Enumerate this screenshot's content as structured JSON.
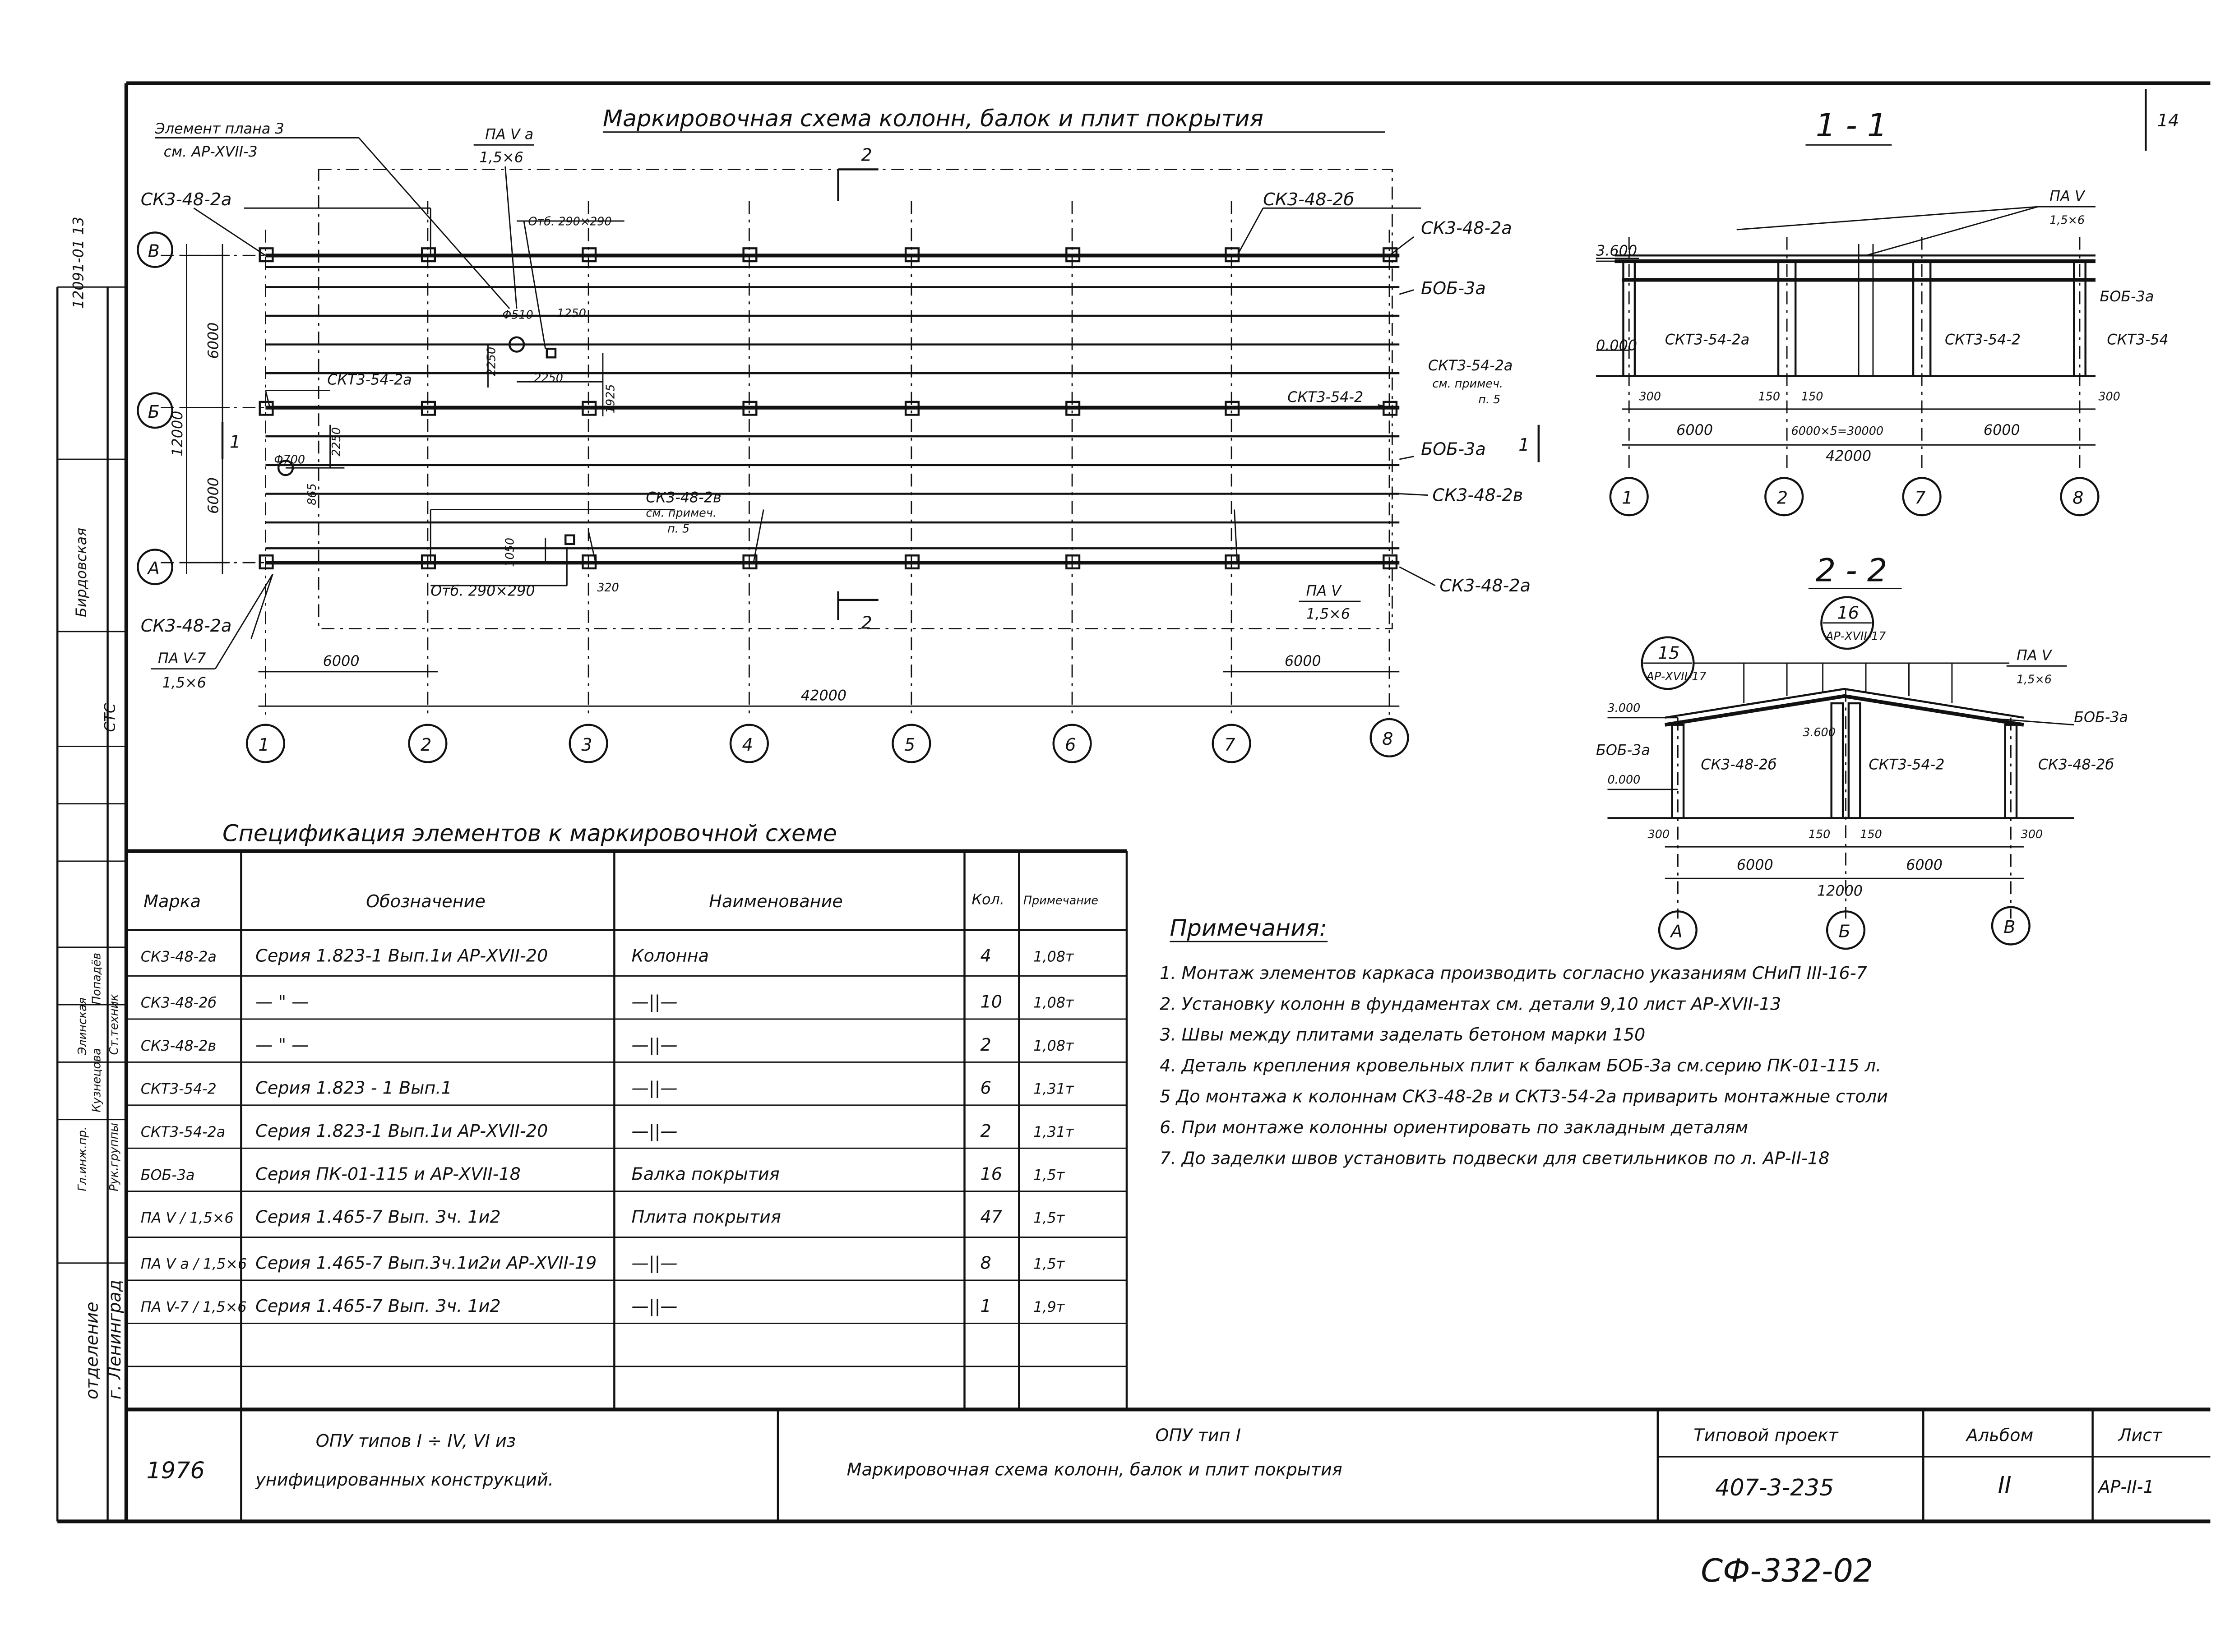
{
  "sheet_number": "14",
  "plan": {
    "title": "Маркировочная схема колонн, балок и плит покрытия",
    "element_note_1": "Элемент плана 3",
    "element_note_2": "см. АР-XVII-3",
    "slab_top": "ПА V а",
    "slab_top_dim": "1,5×6",
    "slab_right": "ПА V",
    "slab_right_dim": "1,5×6",
    "slab_left": "ПА V-7",
    "slab_left_dim": "1,5×6",
    "section2_label": "2",
    "section1_label": "1",
    "col_sk_2a": "СК3-48-2а",
    "col_sk_2b": "СК3-48-2б",
    "col_sk_2v": "СК3-48-2в",
    "col_skt": "СКТ3-54-2",
    "col_skt_2a": "СКТ3-54-2а",
    "beam": "БОБ-3а",
    "note_see": "см. примеч.",
    "note_p5": "п. 5",
    "opening_top": "Отб. 290×290",
    "opening_bottom": "Отб. 290×290",
    "phi510": "Φ510",
    "phi700": "Φ700",
    "dim_2250": "2250",
    "dim_1925": "1925",
    "dim_1250": "1250",
    "dim_1050": "1050",
    "dim_320": "320",
    "dim_865": "865",
    "dim_6000": "6000",
    "dim_12000": "12000",
    "dim_42000": "42000",
    "axes_num": [
      "1",
      "2",
      "3",
      "4",
      "5",
      "6",
      "7",
      "8"
    ],
    "axes_let": [
      "В",
      "Б",
      "А"
    ]
  },
  "section_1": {
    "label": "1 - 1",
    "elev_top": "3.600",
    "elev_zero": "0.000",
    "col_a": "СКТ3-54-2а",
    "col_b": "СКТ3-54-2",
    "col_c": "СКТ3-54",
    "slab": "ПА V",
    "slab_dim": "1,5×6",
    "beam": "БОБ-3а",
    "d300a": "300",
    "d150a": "150",
    "d150b": "150",
    "d300b": "300",
    "d6000a": "6000",
    "dmid": "6000×5=30000",
    "d6000b": "6000",
    "d42000": "42000",
    "axes": [
      "1",
      "2",
      "7",
      "8"
    ]
  },
  "section_2": {
    "label": "2 - 2",
    "callout_16_num": "16",
    "callout_16_ref": "АР-XVII-17",
    "callout_15_num": "15",
    "callout_15_ref": "АР-XVII-17",
    "elev_top": "3.000",
    "elev_mid": "3.600",
    "elev_zero": "0.000",
    "beam_left": "БОБ-3а",
    "beam_right": "БОБ-3а",
    "col_left": "СК3-48-2б",
    "col_mid": "СКТ3-54-2",
    "col_right": "СК3-48-2б",
    "slab": "ПА V",
    "slab_dim": "1,5×6",
    "d300a": "300",
    "d150a": "150",
    "d150b": "150",
    "d300b": "300",
    "d6000a": "6000",
    "d6000b": "6000",
    "d12000": "12000",
    "axes": [
      "А",
      "Б",
      "В"
    ]
  },
  "spec": {
    "title": "Спецификация элементов к маркировочной схеме",
    "headers": [
      "Марка",
      "Обозначение",
      "Наименование",
      "Кол.",
      "Примечание"
    ],
    "rows": [
      {
        "mark": "СК3-48-2а",
        "desig": "Серия 1.823-1 Вып.1и АР-XVII-20",
        "name": "Колонна",
        "qty": "4",
        "note": "1,08т"
      },
      {
        "mark": "СК3-48-2б",
        "desig": "— \" —",
        "name": "—||—",
        "qty": "10",
        "note": "1,08т"
      },
      {
        "mark": "СК3-48-2в",
        "desig": "— \" —",
        "name": "—||—",
        "qty": "2",
        "note": "1,08т"
      },
      {
        "mark": "СКТ3-54-2",
        "desig": "Серия 1.823 - 1 Вып.1",
        "name": "—||—",
        "qty": "6",
        "note": "1,31т"
      },
      {
        "mark": "СКТ3-54-2а",
        "desig": "Серия 1.823-1 Вып.1и АР-XVII-20",
        "name": "—||—",
        "qty": "2",
        "note": "1,31т"
      },
      {
        "mark": "БОБ-3а",
        "desig": "Серия ПК-01-115 и АР-XVII-18",
        "name": "Балка покрытия",
        "qty": "16",
        "note": "1,5т"
      },
      {
        "mark": "ПА V / 1,5×6",
        "desig": "Серия 1.465-7 Вып. 3ч. 1и2",
        "name": "Плита покрытия",
        "qty": "47",
        "note": "1,5т"
      },
      {
        "mark": "ПА V а / 1,5×6",
        "desig": "Серия 1.465-7 Вып.3ч.1и2и АР-XVII-19",
        "name": "—||—",
        "qty": "8",
        "note": "1,5т"
      },
      {
        "mark": "ПА V-7 / 1,5×6",
        "desig": "Серия 1.465-7 Вып. 3ч. 1и2",
        "name": "—||—",
        "qty": "1",
        "note": "1,9т"
      }
    ]
  },
  "notes": {
    "title": "Примечания:",
    "items": [
      "1. Монтаж элементов каркаса производить согласно указаниям СНиП III-16-7",
      "2. Установку колонн в фундаментах см. детали 9,10 лист АР-XVII-13",
      "3. Швы между плитами заделать бетоном марки 150",
      "4. Деталь крепления кровельных плит к балкам БОБ-3а см.серию ПК-01-115 л.",
      "5 До монтажа к колоннам СК3-48-2в и СКТ3-54-2а приварить монтажные столи",
      "6. При монтаже колонны ориентировать по закладным деталям",
      "7. До заделки швов установить подвески для светильников по л. АР-II-18"
    ]
  },
  "title_block": {
    "year": "1976",
    "desc_line1": "ОПУ типов I ÷ IV, VI из",
    "desc_line2": "унифицированных конструкций.",
    "name_line1": "ОПУ тип I",
    "name_line2": "Маркировочная схема колонн, балок и плит покрытия",
    "proj_label": "Типовой проект",
    "proj_value": "407-3-235",
    "album_label": "Альбом",
    "album_value": "II",
    "sheet_label": "Лист",
    "sheet_value": "АР-II-1"
  },
  "side_stamp": {
    "org_line1": "отделение",
    "org_line2": "г. Ленинград",
    "r1": "Гл.инж.пр.",
    "r1n": "Попадёв",
    "r2": "Рук.группы",
    "r2n": "Кузнецова",
    "r3": "Ст.техник",
    "r3n": "Элинская",
    "r4": "СТС",
    "r4n": "Бирдовская",
    "top_code": "12091-01 13"
  },
  "footer_code": "СФ-332-02"
}
